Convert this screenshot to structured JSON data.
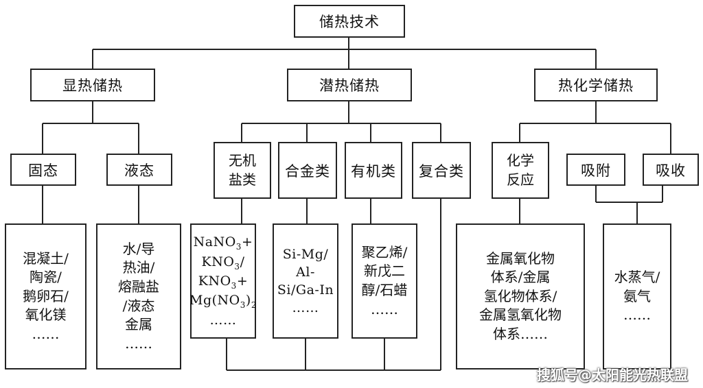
{
  "root": "储热技术",
  "categories": {
    "sensible": "显热储热",
    "latent": "潜热储热",
    "thermochemical": "热化学储热"
  },
  "sensible_types": {
    "solid": "固态",
    "liquid": "液态"
  },
  "sensible_examples": {
    "solid": [
      "混凝土/",
      "陶瓷/",
      "鹅卵石/",
      "氧化镁",
      "……"
    ],
    "liquid": [
      "水/导",
      "热油/",
      "熔融盐",
      "/液态",
      "金属",
      "……"
    ]
  },
  "latent_types": {
    "inorganic": [
      "无机",
      "盐类"
    ],
    "alloy": "合金类",
    "organic": "有机类",
    "composite": "复合类"
  },
  "latent_examples": {
    "inorganic": [
      "NaNO3+",
      "KNO3/",
      "KNO3+",
      "Mg(NO3)2",
      "……"
    ],
    "alloy": [
      "Si-Mg/",
      "Al-",
      "Si/Ga-In",
      "……"
    ],
    "organic": [
      "聚乙烯/",
      "新戊二",
      "醇/石蜡",
      "……"
    ]
  },
  "thermo_types": {
    "chemical_reaction": [
      "化学",
      "反应"
    ],
    "adsorption": "吸附",
    "absorption": "吸收"
  },
  "thermo_examples": {
    "chemical_reaction": [
      "金属氧化物",
      "体系/金属",
      "氢化物体系/",
      "金属氢氧化物",
      "体系……"
    ],
    "sorption": [
      "水蒸气/",
      "氨气",
      "……"
    ]
  },
  "watermark": "搜狐号@太阳能光热联盟"
}
